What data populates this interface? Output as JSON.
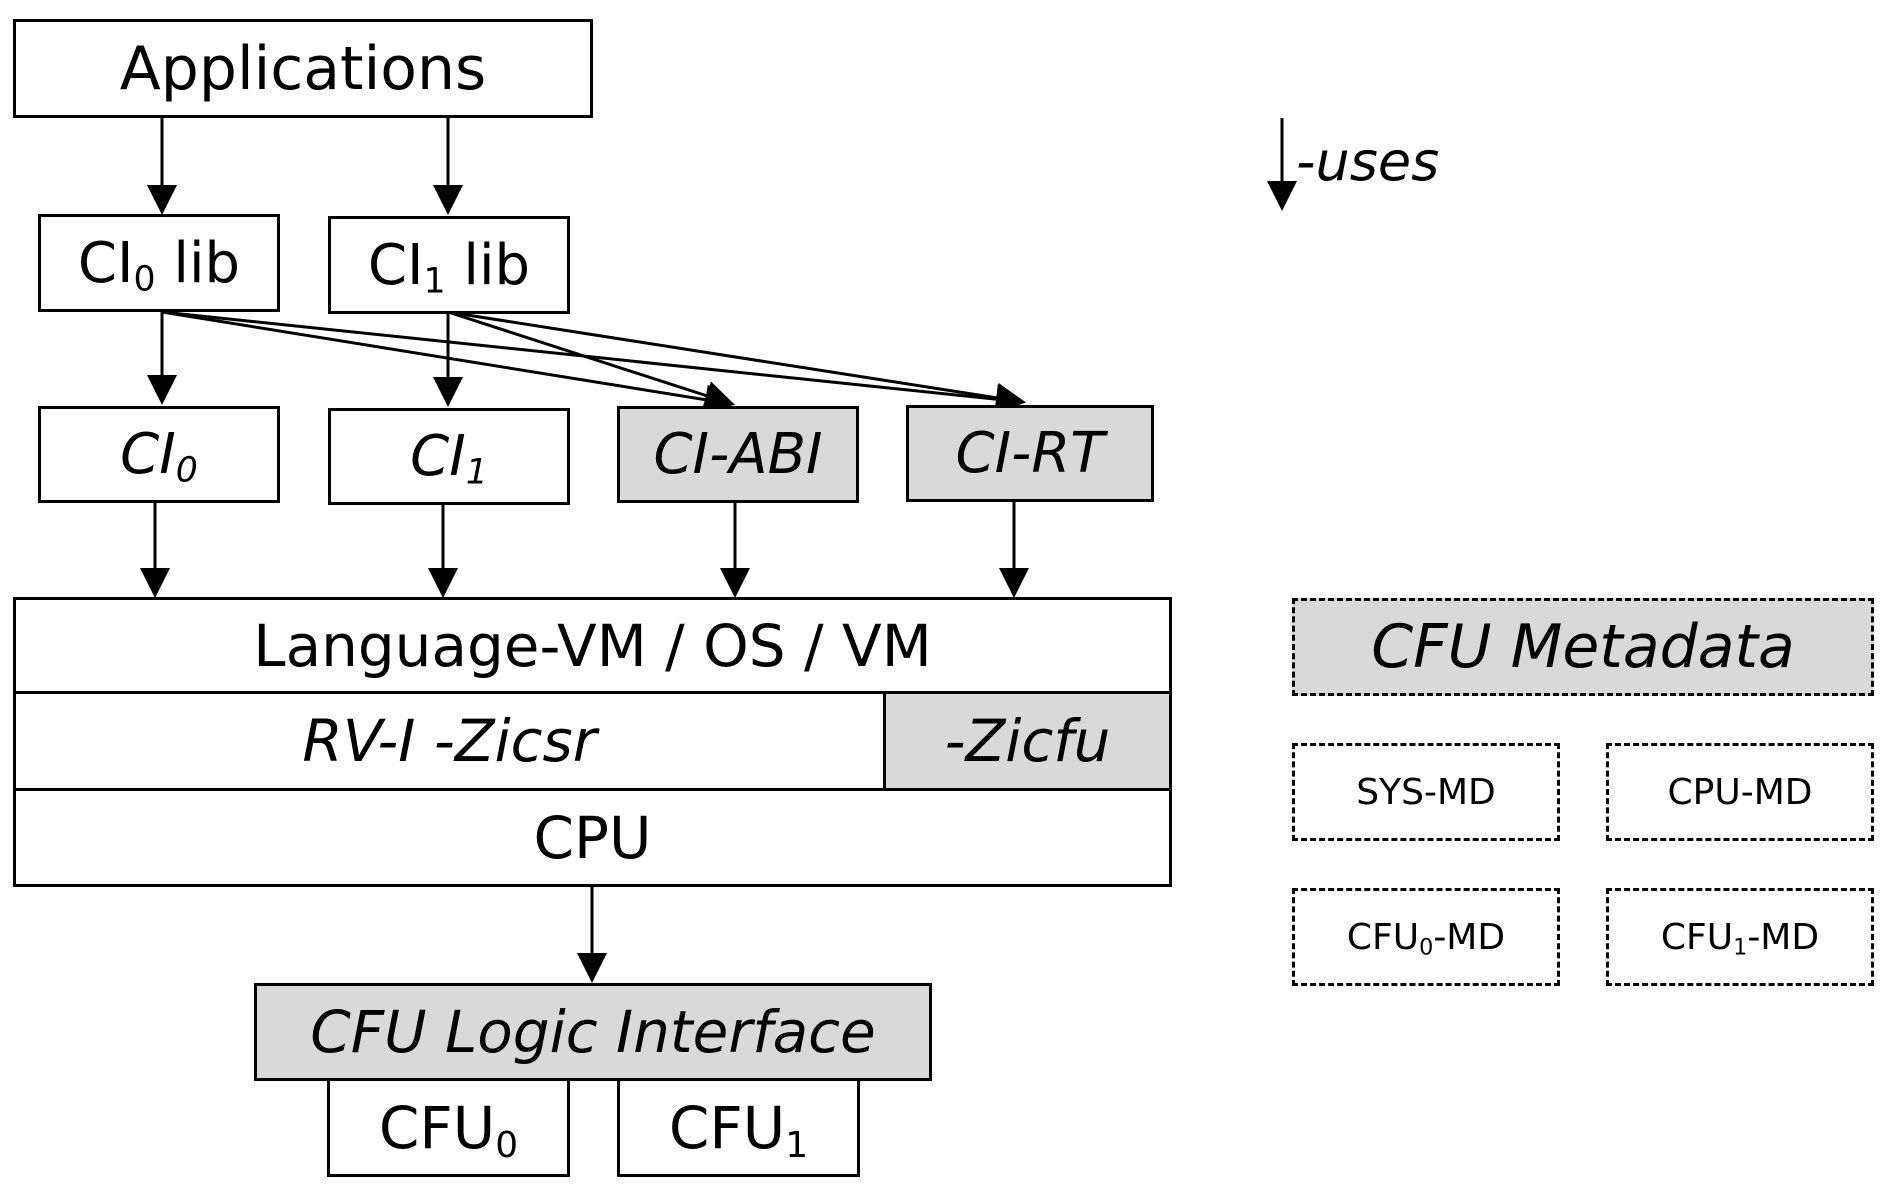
{
  "legend": {
    "label": "-uses"
  },
  "apps": {
    "label": "Applications"
  },
  "libs": [
    {
      "base": "CI",
      "sub": "0",
      "suffix": " lib"
    },
    {
      "base": "CI",
      "sub": "1",
      "suffix": " lib"
    }
  ],
  "ci": [
    {
      "base": "CI",
      "sub": "0"
    },
    {
      "base": "CI",
      "sub": "1"
    }
  ],
  "ci_abi": {
    "label": "CI-ABI"
  },
  "ci_rt": {
    "label": "CI-RT"
  },
  "stack": {
    "vm": "Language-VM / OS / VM",
    "rv": "RV-I -Zicsr",
    "zicfu": "-Zicfu",
    "cpu": "CPU"
  },
  "cfu_logic": {
    "label": "CFU Logic Interface"
  },
  "cfus": [
    {
      "base": "CFU",
      "sub": "0"
    },
    {
      "base": "CFU",
      "sub": "1"
    }
  ],
  "metadata": {
    "title": "CFU Metadata",
    "items": [
      {
        "base": "SYS-MD",
        "sub": "",
        "suffix": ""
      },
      {
        "base": "CPU-MD",
        "sub": "",
        "suffix": ""
      },
      {
        "base": "CFU",
        "sub": "0",
        "suffix": "-MD"
      },
      {
        "base": "CFU",
        "sub": "1",
        "suffix": "-MD"
      }
    ]
  },
  "colors": {
    "shaded": "#d9d9d9",
    "line": "#000000",
    "background": "#ffffff"
  }
}
